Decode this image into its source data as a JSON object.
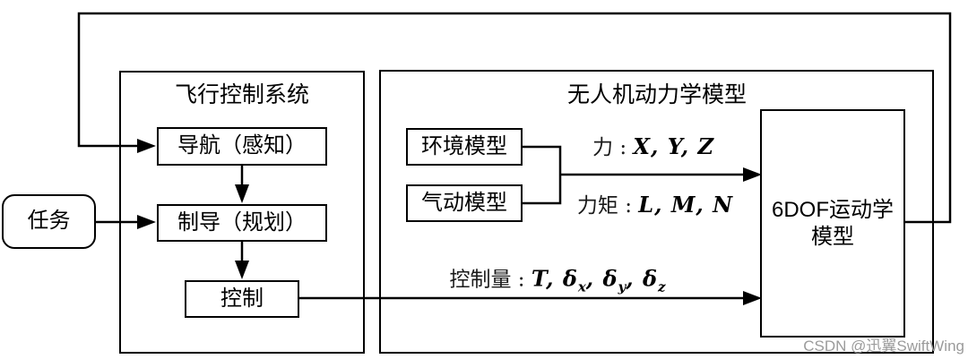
{
  "diagram": {
    "task": {
      "label": "任务"
    },
    "flight_control_system": {
      "title": "飞行控制系统",
      "nodes": {
        "navigation": "导航（感知）",
        "guidance": "制导（规划）",
        "control": "控制"
      }
    },
    "uav_dynamics_model": {
      "title": "无人机动力学模型",
      "nodes": {
        "environment_model": "环境模型",
        "aero_model": "气动模型",
        "sixdof_line1": "6DOF运动学",
        "sixdof_line2": "模型"
      }
    },
    "edge_labels": {
      "force": {
        "prefix": "力 : ",
        "math": "X, Y, Z"
      },
      "moment": {
        "prefix": "力矩 : ",
        "math": "L, M, N"
      },
      "control_quantity": {
        "prefix": "控制量 : ",
        "tokens": [
          "T",
          "δ_x",
          "δ_y",
          "δ_z"
        ]
      }
    },
    "watermark": "CSDN @迅翼SwiftWing",
    "colors": {
      "stroke": "#000000",
      "background": "#ffffff",
      "watermark": "#9b9b9b"
    }
  }
}
